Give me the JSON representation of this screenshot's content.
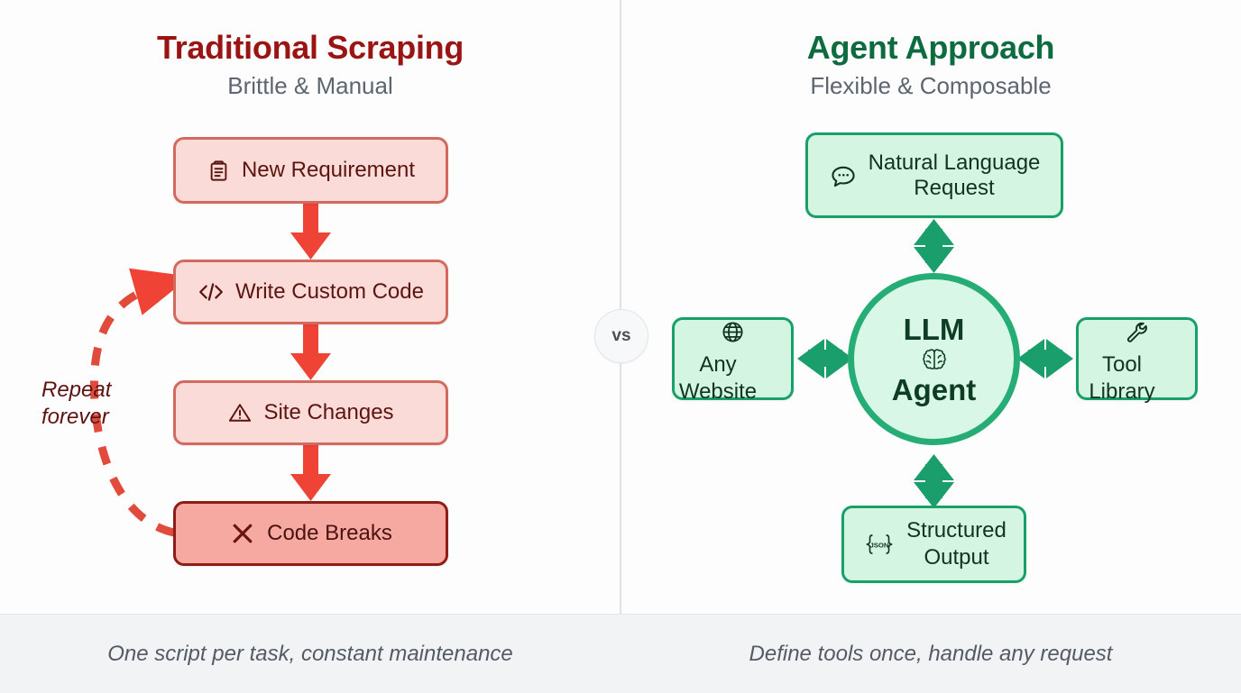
{
  "left": {
    "title": "Traditional Scraping",
    "subtitle": "Brittle & Manual",
    "title_color": "#9b1414",
    "nodes": [
      {
        "label": "New Requirement",
        "icon": "clipboard-icon"
      },
      {
        "label": "Write Custom Code",
        "icon": "code-brackets-icon"
      },
      {
        "label": "Site Changes",
        "icon": "warning-triangle-icon"
      },
      {
        "label": "Code Breaks",
        "icon": "x-mark-icon"
      }
    ],
    "loop_label": "Repeat\nforever",
    "footer": "One script per task, constant maintenance"
  },
  "right": {
    "title": "Agent Approach",
    "subtitle": "Flexible & Composable",
    "title_color": "#0d6b3f",
    "center": {
      "line1": "LLM",
      "line2": "Agent",
      "icon": "brain-icon"
    },
    "nodes": [
      {
        "label": "Natural Language\nRequest",
        "icon": "chat-bubble-icon"
      },
      {
        "label": "Any\nWebsite",
        "icon": "globe-icon"
      },
      {
        "label": "Tool\nLibrary",
        "icon": "wrench-icon"
      },
      {
        "label": "Structured\nOutput",
        "icon": "json-braces-icon"
      }
    ],
    "footer": "Define tools once, handle any request"
  },
  "divider": {
    "badge": "vs"
  },
  "colors": {
    "red_accent": "#ee4335",
    "red_dark": "#8e1d17",
    "red_fill": "#fadbd7",
    "red_fill_strong": "#f6a9a0",
    "green_accent": "#17a06a",
    "green_fill": "#d5f5e3",
    "green_dark": "#0d6b3f",
    "footer_bg": "#f1f3f5"
  }
}
